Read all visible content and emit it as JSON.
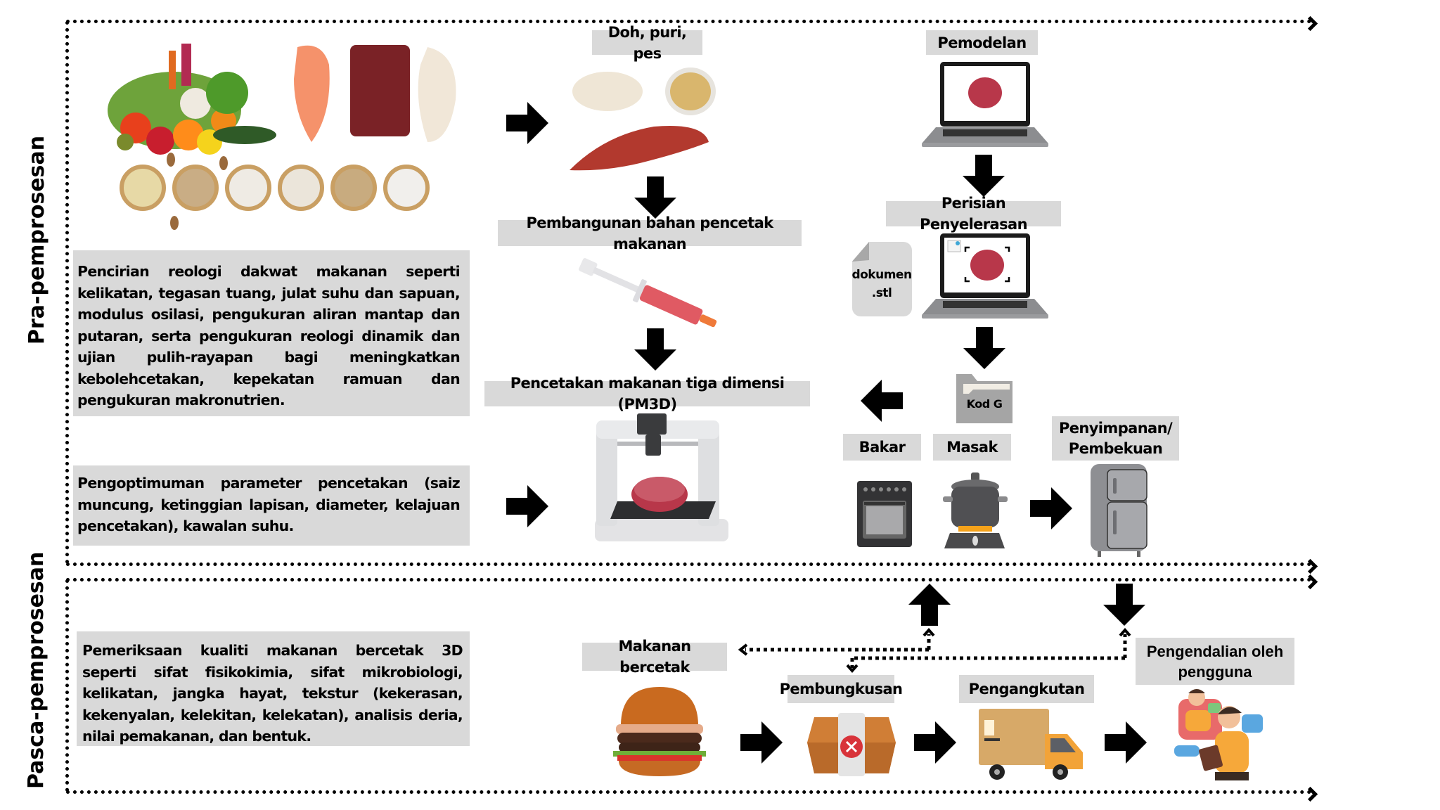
{
  "sections": {
    "pre": "Pra-pemprosesan",
    "post": "Pasca-pemprosesan"
  },
  "pre": {
    "rheology_text": "Pencirian reologi dakwat makanan seperti kelikatan, tegasan tuang, julat suhu dan sapuan, modulus osilasi, pengukuran aliran mantap dan putaran, serta pengukuran reologi dinamik dan ujian pulih-rayapan bagi meningkatkan kebolehcetakan, kepekatan ramuan dan pengukuran makronutrien.",
    "parameter_text": "Pengoptimuman parameter pencetakan (saiz muncung, ketinggian lapisan, diameter, kelajuan pencetakan), kawalan suhu.",
    "dough_label": "Doh, puri, pes",
    "build_label": "Pembangunan bahan pencetak makanan",
    "printing_label": "Pencetakan makanan tiga dimensi (PM3D)",
    "modeling_label": "Pemodelan",
    "slicer_label": "Perisian Penyelerasan",
    "stl_file_label": "dokumen .stl",
    "stl_file_lines": [
      "dokumen",
      ".stl"
    ],
    "gcode_label": "Kod G",
    "bake_label": "Bakar",
    "cook_label": "Masak",
    "storage_label_lines": [
      "Penyimpanan/",
      "Pembekuan"
    ]
  },
  "post": {
    "quality_text": "Pemeriksaan kualiti makanan bercetak 3D seperti sifat fisikokimia, sifat mikrobiologi, kelikatan, jangka hayat, tekstur (kekerasan, kekenyalan, kelekitan, kelekatan), analisis deria, nilai pemakanan, dan bentuk.",
    "printed_food_label": "Makanan bercetak",
    "packaging_label": "Pembungkusan",
    "transport_label": "Pengangkutan",
    "user_label_lines": [
      "Pengendalian oleh",
      "pengguna"
    ]
  },
  "icons": {
    "raw_ingredients": "fruits-vegetables-meat-flour-image",
    "dough": "dough-puree-paste-image",
    "syringe": "syringe-icon",
    "printer": "food-3d-printer-icon",
    "laptop_model": "laptop-patty-model-icon",
    "laptop_slicer": "laptop-slicer-icon",
    "file": "stl-file-icon",
    "folder": "gcode-folder-icon",
    "oven": "oven-icon",
    "pot": "cooking-pot-stove-icon",
    "fridge": "refrigerator-icon",
    "burger": "burger-image",
    "box": "food-package-icon",
    "truck": "delivery-truck-icon",
    "users": "users-interacting-icon"
  },
  "colors": {
    "label_bg": "#d9d9d9",
    "arrow": "#000000",
    "meat": "#b8374a"
  }
}
